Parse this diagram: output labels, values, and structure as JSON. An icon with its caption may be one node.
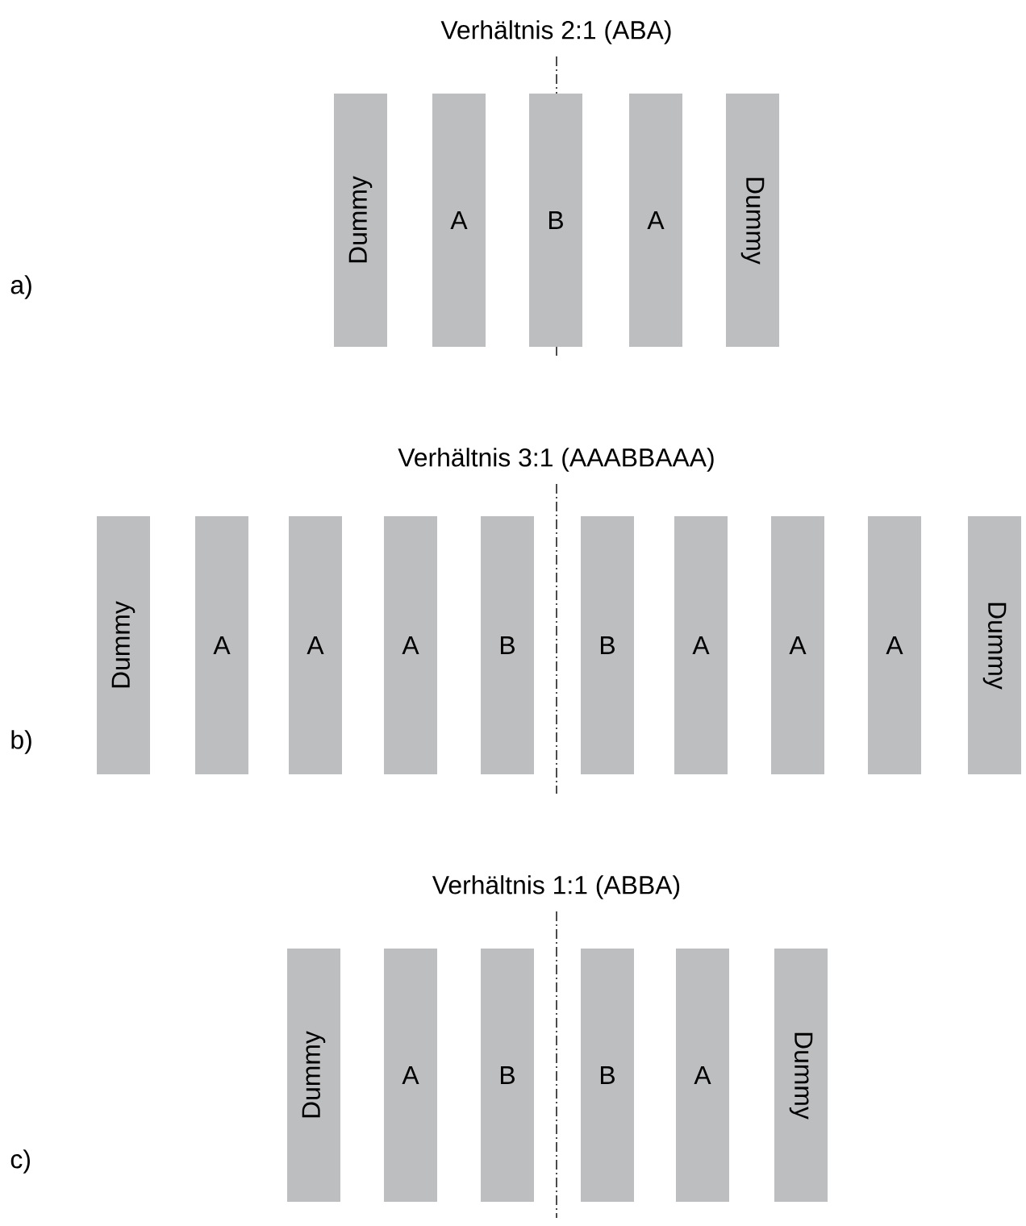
{
  "diagram": {
    "nodes": [
      {
        "text": [
          "Dummy"
        ]
      },
      {
        "text": [
          "A"
        ]
      },
      {
        "text": [
          "B"
        ]
      },
      {
        "text": [
          "A"
        ]
      },
      {
        "text": [
          "Dummy"
        ]
      },
      {
        "text": [
          "Dummy"
        ]
      },
      {
        "text": [
          "A"
        ]
      },
      {
        "text": [
          "A"
        ]
      },
      {
        "text": [
          "A"
        ]
      },
      {
        "text": [
          "B"
        ]
      },
      {
        "text": [
          "B"
        ]
      },
      {
        "text": [
          "A"
        ]
      },
      {
        "text": [
          "A"
        ]
      },
      {
        "text": [
          "A"
        ]
      },
      {
        "text": [
          "Dummy"
        ]
      },
      {
        "text": [
          "Dummy"
        ]
      },
      {
        "text": [
          "A"
        ]
      },
      {
        "text": [
          "B"
        ]
      },
      {
        "text": [
          "B"
        ]
      },
      {
        "text": [
          "A"
        ]
      },
      {
        "text": [
          "Dummy"
        ]
      }
    ],
    "labels": [
      "Verhältnis 2:1 (ABA)",
      "a)",
      "Verhältnis 3:1 (AAABBAAA)",
      "b)",
      "Verhältnis 1:1 (ABBA)",
      "c)"
    ]
  }
}
